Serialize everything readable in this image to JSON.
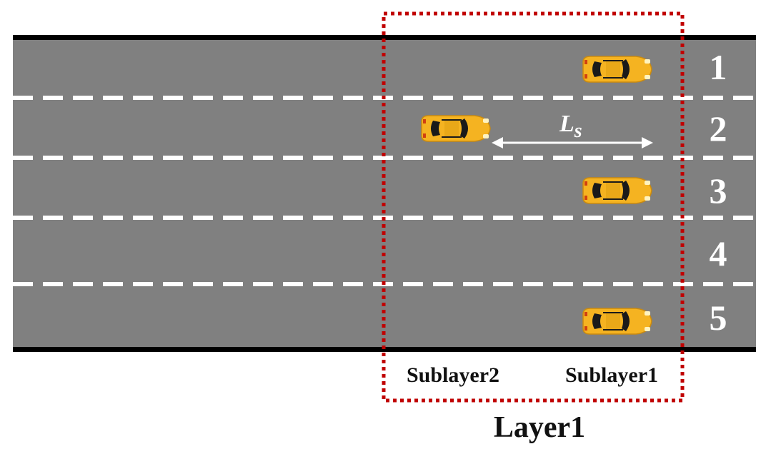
{
  "lanes": {
    "numbers": [
      "1",
      "2",
      "3",
      "4",
      "5"
    ]
  },
  "spacing": {
    "symbol": "L",
    "subscript": "s"
  },
  "layer": {
    "label": "Layer1",
    "sublayers": [
      "Sublayer2",
      "Sublayer1"
    ]
  },
  "colors": {
    "road": "#808080",
    "edge": "#000000",
    "lane_marking": "#ffffff",
    "layer_box": "#c00000",
    "car_body": "#f5b321",
    "car_glass": "#1a1a1a"
  },
  "icons": {
    "vehicle": "car-icon",
    "spacing_arrow": "double-arrow-icon"
  }
}
